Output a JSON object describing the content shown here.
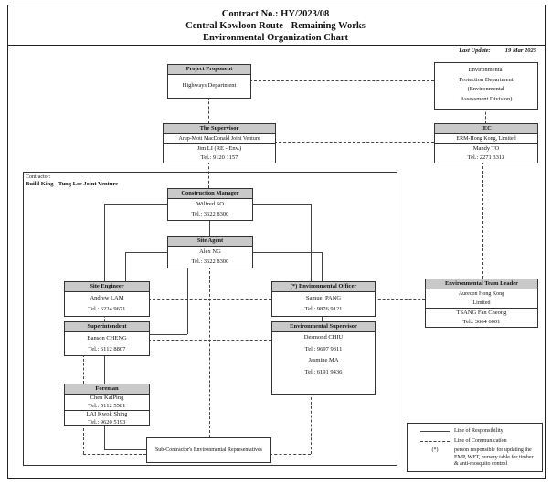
{
  "title": [
    "Contract No.: HY/2023/08",
    "Central Kowloon Route - Remaining Works",
    "Environmental Organization Chart"
  ],
  "last_update": {
    "label": "Last Update:",
    "date": "19 Mar 2025"
  },
  "contractor_frame": {
    "label": "Contractor:",
    "name": "Build King - Tung Lee Joint Venture"
  },
  "boxes": {
    "project_proponent": {
      "header": "Project Proponent",
      "body": [
        "Highways Department"
      ]
    },
    "epd": {
      "body": [
        "Environmental",
        "Protection Department",
        "(Environmental",
        "Assessment Division)"
      ]
    },
    "supervisor": {
      "header": "The Supervisor",
      "org": [
        "Arup-Mott MacDonald Joint Venture"
      ],
      "body": [
        "Jim LI (RE - Env.)",
        "Tel.: 9120 1157"
      ]
    },
    "iec": {
      "header": "IEC",
      "org": [
        "ERM-Hong Kong, Limited"
      ],
      "body": [
        "Mandy TO",
        "Tel.: 2271 3313"
      ]
    },
    "construction_manager": {
      "header": "Construction Manager",
      "body": [
        "Wilfred SO",
        "Tel.: 3622 8300"
      ]
    },
    "site_agent": {
      "header": "Site Agent",
      "body": [
        "Alex NG",
        "Tel.: 3622 8300"
      ]
    },
    "site_engineer": {
      "header": "Site Engineer",
      "body": [
        "Andrew LAM",
        "Tel.: 6224 9671"
      ]
    },
    "environmental_officer": {
      "header": "(*) Environmental Officer",
      "body": [
        "Samuel PANG",
        "Tel.: 9876 9121"
      ]
    },
    "environmental_team_leader": {
      "header": "Environmental Team Leader",
      "org": [
        "Aurecon Hong Kong",
        "Limited"
      ],
      "body": [
        "TSANG Fan Cheong",
        "Tel.: 3664 6001"
      ]
    },
    "superintendent": {
      "header": "Superintendent",
      "body": [
        "Banson CHENG",
        "Tel.: 6112 8807"
      ]
    },
    "environmental_supervisor": {
      "header": "Environmental Supervisor",
      "body": [
        "Desmond CHIU",
        "Tel.: 9697 9311",
        "Jasmine MA",
        "Tel.: 6191 9436"
      ]
    },
    "foreman": {
      "header": "Foreman",
      "body": [
        "Chen KaiPing",
        "Tel.: 5112 5581"
      ],
      "body2": [
        "LAI Kwok Shing",
        "Tel.: 9620 5193"
      ]
    },
    "subcontractor": {
      "body": [
        "Sub-Contractor's Environmental Representatives"
      ]
    }
  },
  "legend": {
    "responsibility": "Line of Responsibility",
    "communication": "Line of Communication",
    "star": "(*)",
    "star_note": "person responsible for updating the EMP, WFT, nursery table for timber & anti-mosquito control"
  },
  "colors": {
    "header_bg": "#c9c9c9",
    "line": "#444444"
  }
}
